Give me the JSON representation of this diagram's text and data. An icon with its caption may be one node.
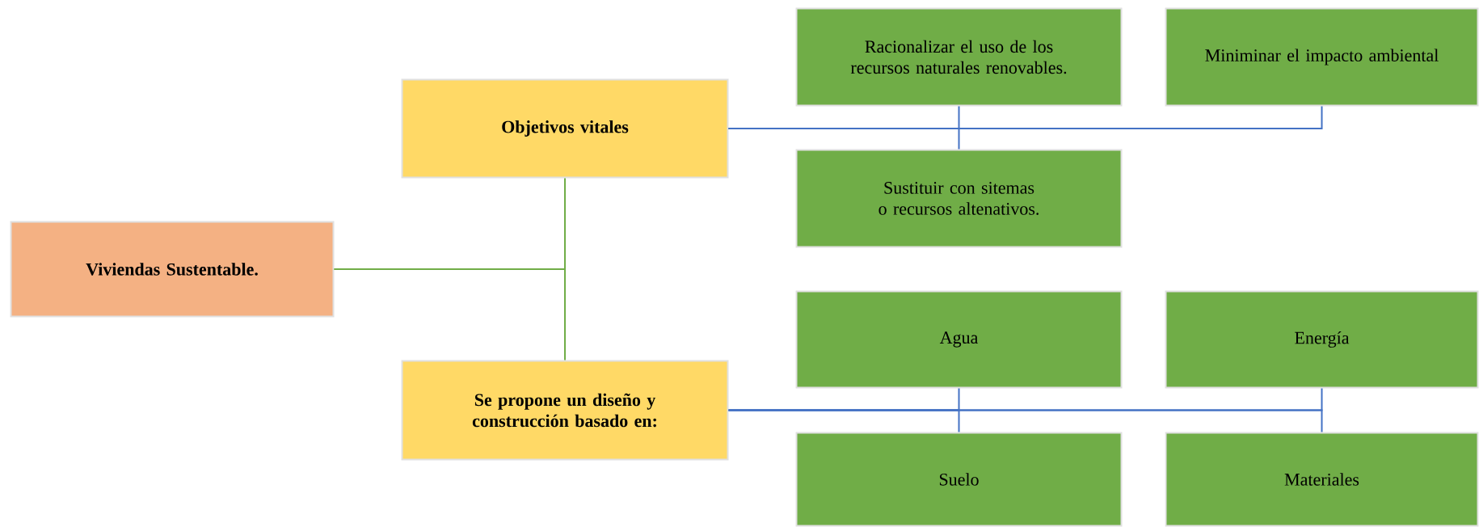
{
  "diagram": {
    "nodes": [
      {
        "text": [
          "Viviendas Sustentable."
        ]
      },
      {
        "text": [
          "Objetivos vitales"
        ]
      },
      {
        "text": [
          "Se propone un diseño y construcción basado en:"
        ]
      },
      {
        "text": [
          "Racionalizar el uso de los recursos naturales renovables."
        ]
      },
      {
        "text": [
          "Miniminar el impacto ambiental"
        ]
      },
      {
        "text": [
          "Sustituir con sitemas o recursos altenativos."
        ]
      },
      {
        "text": [
          "Agua"
        ]
      },
      {
        "text": [
          "Energía"
        ]
      },
      {
        "text": [
          "Suelo"
        ]
      },
      {
        "text": [
          "Materiales"
        ]
      }
    ],
    "edges": [
      {
        "from": 0,
        "to": 1,
        "arrow": "none",
        "color": "#70ad47"
      },
      {
        "from": 0,
        "to": 2,
        "arrow": "none",
        "color": "#70ad47"
      },
      {
        "from": 1,
        "to": 3,
        "arrow": "none"
      },
      {
        "from": 1,
        "to": 4,
        "arrow": "none"
      },
      {
        "from": 1,
        "to": 5,
        "arrow": "none"
      },
      {
        "from": 2,
        "to": 6,
        "arrow": "none"
      },
      {
        "from": 2,
        "to": 7,
        "arrow": "none"
      },
      {
        "from": 2,
        "to": 8,
        "arrow": "none"
      },
      {
        "from": 2,
        "to": 9,
        "arrow": "none"
      }
    ]
  }
}
